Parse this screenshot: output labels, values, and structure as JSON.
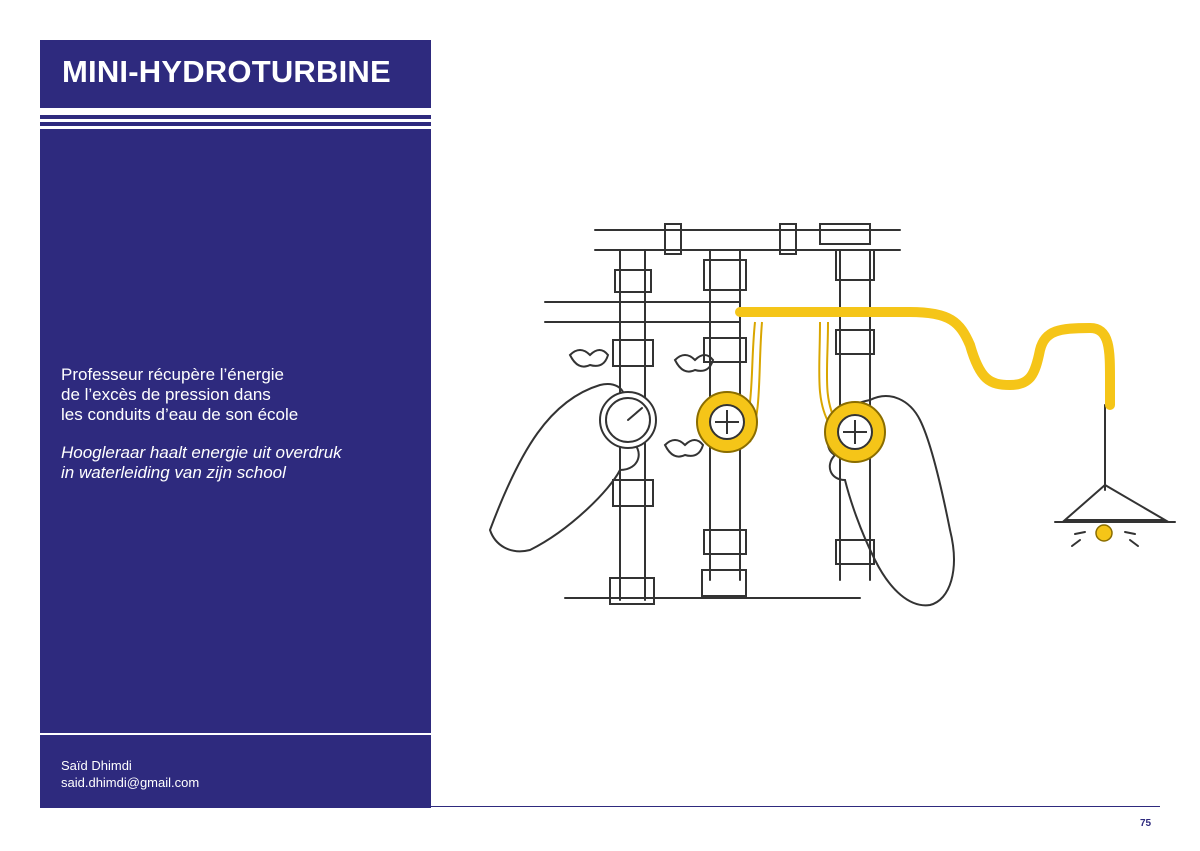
{
  "title": "MINI-HYDROTURBINE",
  "description": {
    "french": "Professeur récupère l’énergie\nde l’excès de pression dans\nles conduits d’eau de son école",
    "dutch": "Hoogleraar haalt energie uit overdruk\nin waterleiding van zijn school"
  },
  "author": {
    "name": "Saïd Dhimdi",
    "email": "said.dhimdi@gmail.com"
  },
  "page_number": "75",
  "colors": {
    "panel": "#2e2a7e",
    "accent_yellow": "#f5c518"
  },
  "illustration": {
    "subject": "water pipes with pressure gauge and hydroturbines powering a lamp"
  }
}
